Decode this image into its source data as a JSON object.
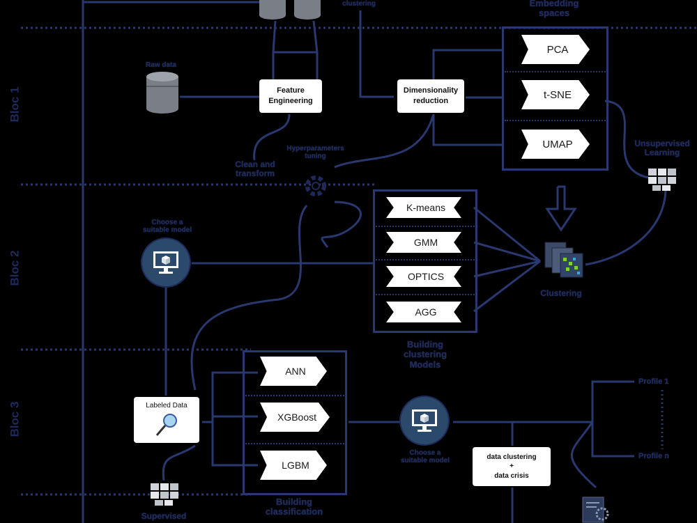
{
  "bloc_labels": [
    "Bloc 1",
    "Bloc 2",
    "Bloc 3"
  ],
  "bloc1": {
    "raw_data": "Raw data",
    "feature_engineering": [
      "Feature",
      "Engineering"
    ],
    "clean_transform": [
      "Clean and",
      "transform"
    ],
    "dimensionality_reduction": [
      "Dimensionality",
      "reduction"
    ],
    "top_label": "clustering",
    "embedding_title": [
      "Embedding",
      "spaces"
    ],
    "embeddings": [
      "PCA",
      "t-SNE",
      "UMAP"
    ],
    "hyperparams": [
      "Hyperparameters",
      "tuning"
    ],
    "unsupervised": [
      "Unsupervised",
      "Learning"
    ]
  },
  "bloc2": {
    "choose_model": [
      "Choose a",
      "suitable model"
    ],
    "clustering_models": [
      "K-means",
      "GMM",
      "OPTICS",
      "AGG"
    ],
    "building_clustering": [
      "Building",
      "clustering",
      "Models"
    ],
    "clustering": "Clustering"
  },
  "bloc3": {
    "labeled_data": "Labeled Data",
    "classifiers": [
      "ANN",
      "XGBoost",
      "LGBM"
    ],
    "building_classification": [
      "Building",
      "classification"
    ],
    "choose_model": [
      "Choose a",
      "suitable model"
    ],
    "data_box": [
      "data clustering",
      "+",
      "data crisis"
    ],
    "profiles": [
      "Profile 1",
      "Profile n"
    ],
    "supervised": "Supervised"
  },
  "colors": {
    "background": "#000000",
    "wire": "#2a3870",
    "label": "#1f2a5a",
    "box": "#ffffff",
    "circle": "#2b4a6b"
  }
}
